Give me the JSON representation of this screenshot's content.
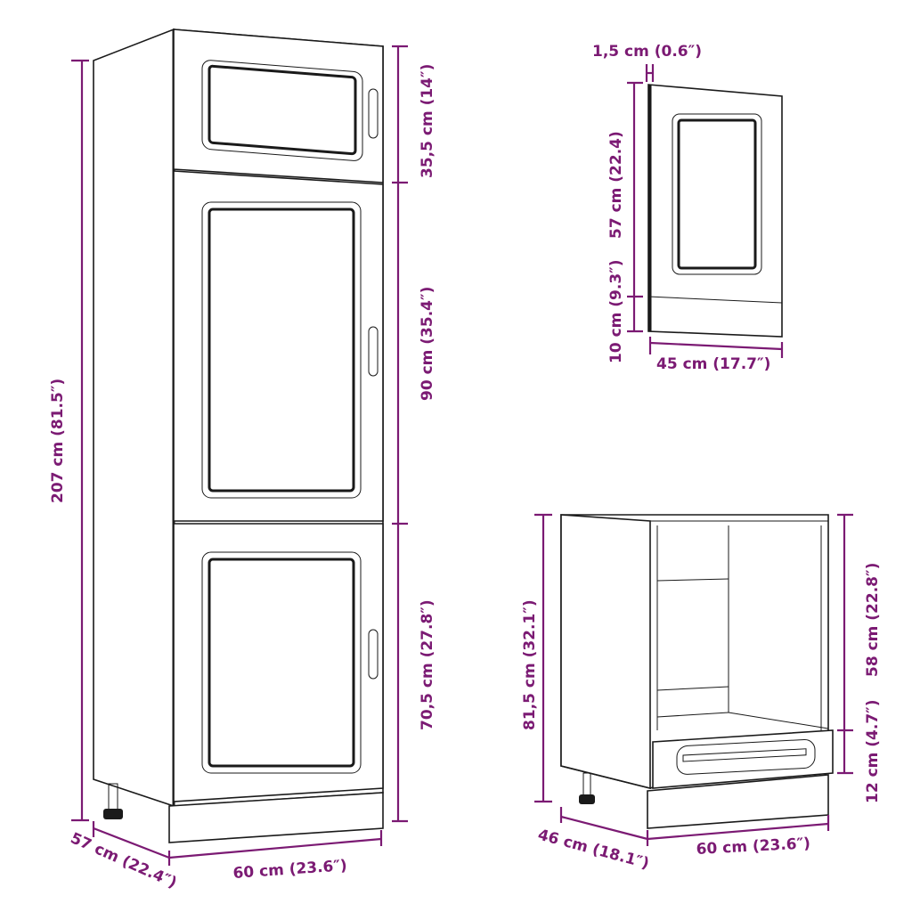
{
  "diagram": {
    "accent_color": "#7b1a73",
    "tall_cabinet": {
      "total_height": "207 cm (81.5″)",
      "top_door_height": "35,5 cm (14″)",
      "middle_door_height": "90 cm (35.4″)",
      "bottom_door_height": "70,5 cm (27.8″)",
      "depth": "57 cm (22.4″)",
      "width": "60 cm (23.6″)"
    },
    "door_panel": {
      "thickness": "1,5 cm (0.6″)",
      "panel_height": "57 cm (22.4)",
      "plinth_height": "10 cm (9.3″)",
      "width": "45 cm (17.7″)"
    },
    "oven_cabinet": {
      "total_height": "81,5 cm (32.1″)",
      "opening_height": "58 cm (22.8″)",
      "drawer_height": "12 cm (4.7″)",
      "depth": "46 cm (18.1″)",
      "width": "60 cm (23.6″)"
    }
  }
}
